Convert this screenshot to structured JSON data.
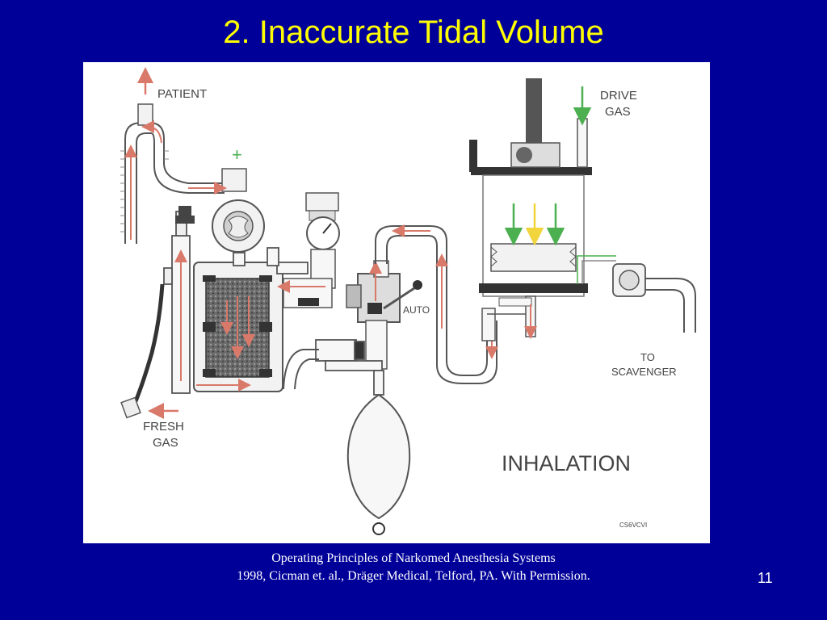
{
  "slide": {
    "title": "2.  Inaccurate Tidal Volume",
    "page_number": "11",
    "caption_line1": "Operating Principles of Narkomed Anesthesia Systems",
    "caption_line2": "1998, Cicman et. al., Dräger Medical, Telford, PA.  With Permission."
  },
  "diagram": {
    "labels": {
      "patient": "PATIENT",
      "plus": "+",
      "drive_gas_1": "DRIVE",
      "drive_gas_2": "GAS",
      "auto": "AUTO",
      "to_scavenger_1": "TO",
      "to_scavenger_2": "SCAVENGER",
      "fresh_gas_1": "FRESH",
      "fresh_gas_2": "GAS",
      "phase": "INHALATION",
      "code": "CS6VCVI"
    },
    "colors": {
      "arrow_red": "#D9796A",
      "arrow_green": "#4CAF50",
      "arrow_yellow": "#F2D43C",
      "background": "#000099",
      "title": "#FFFF00"
    }
  }
}
